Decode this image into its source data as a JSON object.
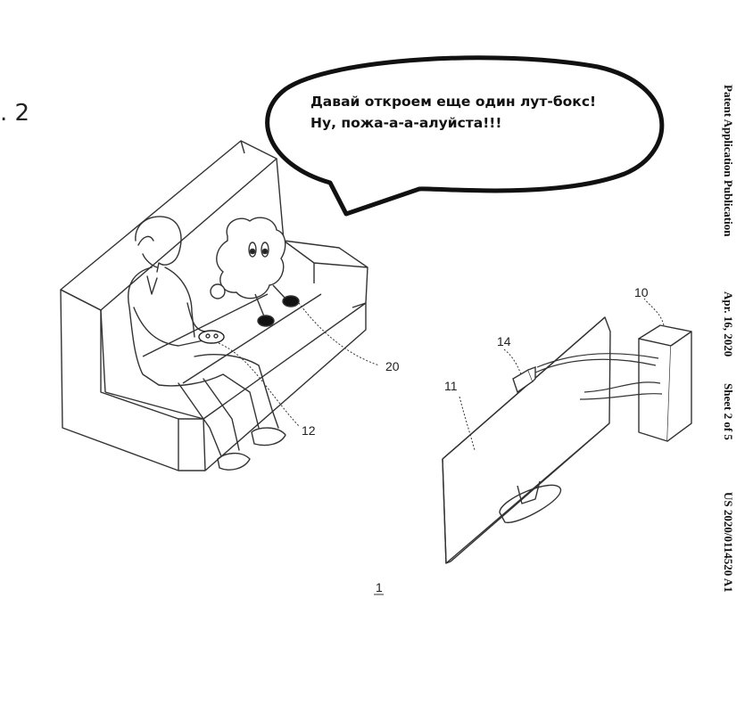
{
  "figure": {
    "label": ". 2",
    "caption_number": "1"
  },
  "speech_bubble": {
    "line1": "Давай откроем еще один лут-бокс!",
    "line2": "Ну, пожа-а-а-алуйста!!!"
  },
  "patent_header": {
    "publication_type": "Patent Application Publication",
    "date": "Apr. 16, 2020",
    "sheet": "Sheet 2 of 5",
    "number": "US 2020/0114520 A1"
  },
  "reference_numerals": {
    "console": "10",
    "display": "11",
    "controller": "12",
    "camera": "14",
    "robot": "20"
  }
}
